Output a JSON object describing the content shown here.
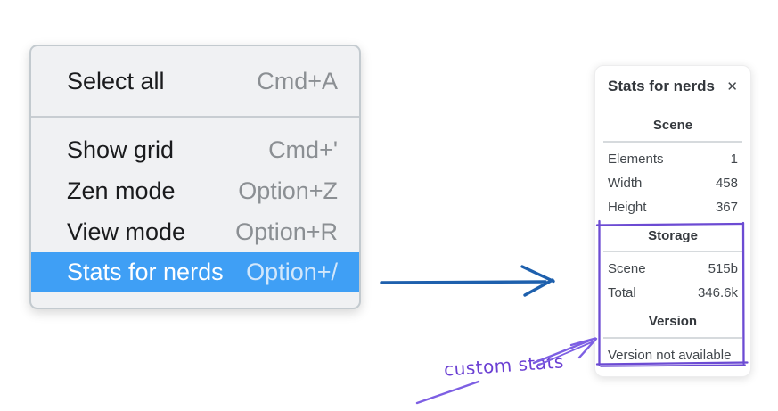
{
  "menu": {
    "groups": [
      {
        "items": [
          {
            "label": "Select all",
            "shortcut": "Cmd+A"
          }
        ]
      },
      {
        "items": [
          {
            "label": "Show grid",
            "shortcut": "Cmd+'"
          },
          {
            "label": "Zen mode",
            "shortcut": "Option+Z"
          },
          {
            "label": "View mode",
            "shortcut": "Option+R"
          },
          {
            "label": "Stats for nerds",
            "shortcut": "Option+/",
            "highlighted": true
          }
        ]
      }
    ]
  },
  "stats_panel": {
    "title": "Stats for nerds",
    "close_icon": "✕",
    "sections": [
      {
        "header": "Scene",
        "rows": [
          {
            "label": "Elements",
            "value": "1"
          },
          {
            "label": "Width",
            "value": "458"
          },
          {
            "label": "Height",
            "value": "367"
          }
        ]
      },
      {
        "header": "Storage",
        "rows": [
          {
            "label": "Scene",
            "value": "515b"
          },
          {
            "label": "Total",
            "value": "346.6k"
          }
        ]
      },
      {
        "header": "Version",
        "note": "Version not available"
      }
    ]
  },
  "annotation": {
    "label": "custom stats"
  },
  "colors": {
    "menu_highlight": "#3f9ff5",
    "arrow_blue": "#1e60ad",
    "annotation_purple": "#7d5fe3",
    "box_purple": "#6c4bd3"
  }
}
